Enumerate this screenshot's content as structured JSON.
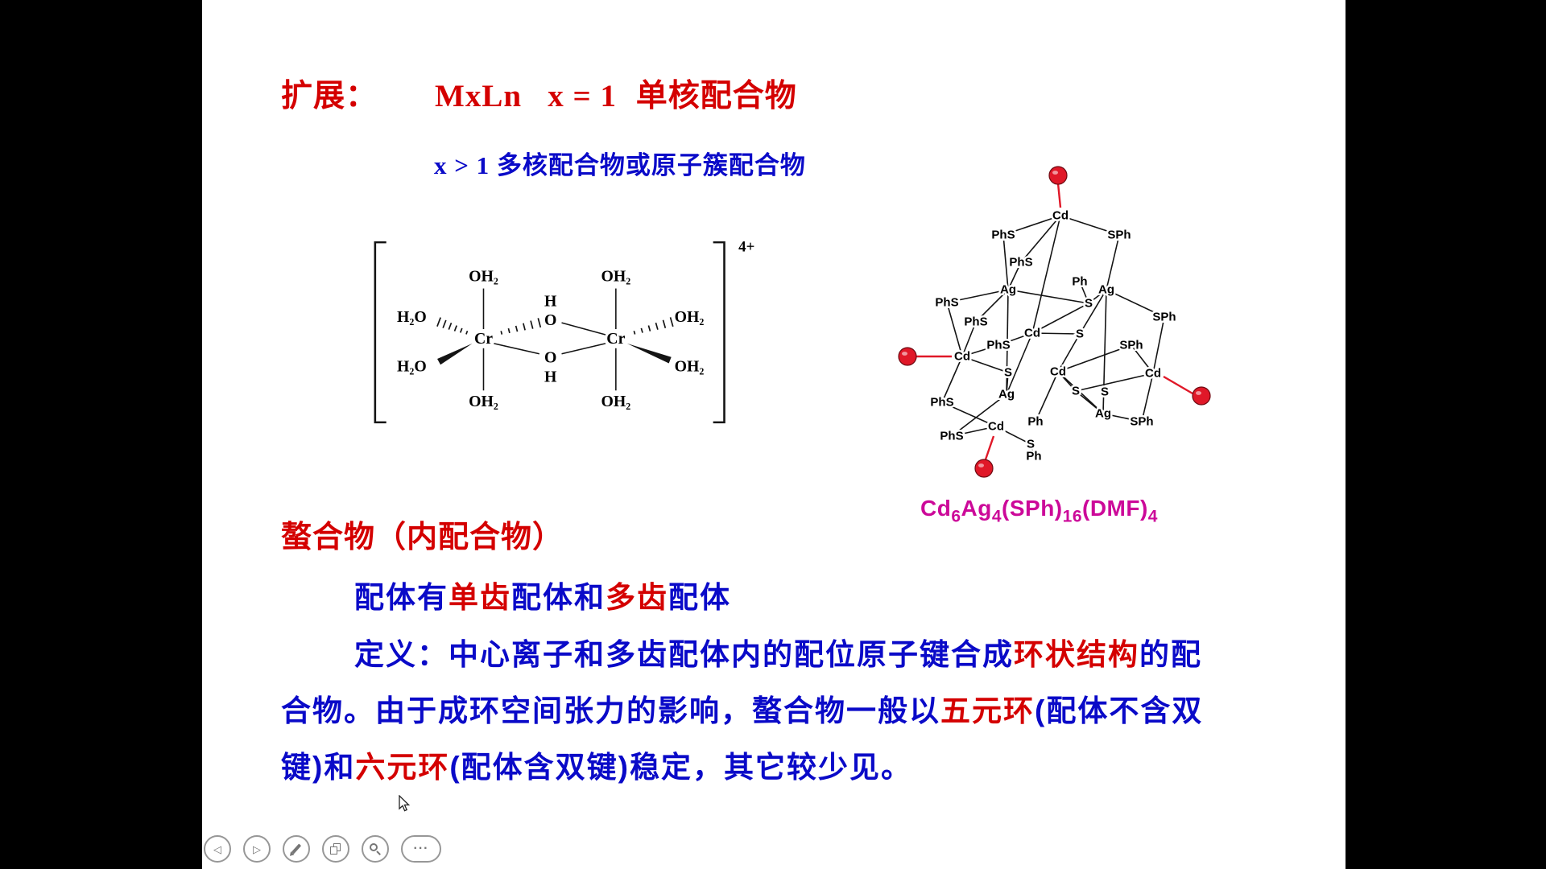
{
  "colors": {
    "red": "#d40000",
    "blue": "#0a0ac8",
    "magenta": "#cc0999",
    "bond": "#141414",
    "sphere": "#e01828",
    "sphere_edge": "#6e0a12",
    "toolbar_icon": "#767676"
  },
  "title": {
    "segments": [
      {
        "t": "扩展：",
        "c": "red"
      },
      {
        "t": "      ",
        "c": "red"
      },
      {
        "t": "MxLn   x = 1",
        "c": "red",
        "f": "serif"
      },
      {
        "t": "  单核配合物",
        "c": "red"
      }
    ]
  },
  "subtitle": {
    "segments": [
      {
        "t": "x > 1 ",
        "c": "blue",
        "f": "serif"
      },
      {
        "t": "多核配合物或原子簇配合物",
        "c": "blue"
      }
    ]
  },
  "chelate_heading": {
    "segments": [
      {
        "t": "螯合物（内配合物）",
        "c": "red"
      }
    ]
  },
  "body_lines": {
    "line1": {
      "segments": [
        {
          "t": "配体有",
          "c": "blue"
        },
        {
          "t": "单齿",
          "c": "red"
        },
        {
          "t": "配体和",
          "c": "blue"
        },
        {
          "t": "多齿",
          "c": "red"
        },
        {
          "t": "配体",
          "c": "blue"
        }
      ]
    },
    "line2": {
      "segments": [
        {
          "t": "定义：中心离子和多齿配体内的配位原子键合成",
          "c": "blue"
        },
        {
          "t": "环状结构",
          "c": "red"
        },
        {
          "t": "的配",
          "c": "blue"
        }
      ]
    },
    "line3": {
      "segments": [
        {
          "t": "合物。由于成环空间张力的影响，螯合物一般以",
          "c": "blue"
        },
        {
          "t": "五元环",
          "c": "red"
        },
        {
          "t": "(配体不含双",
          "c": "blue"
        }
      ]
    },
    "line4": {
      "segments": [
        {
          "t": "键)和",
          "c": "blue"
        },
        {
          "t": "六元环",
          "c": "red"
        },
        {
          "t": "(配体含双键)稳定，其它较少见。",
          "c": "blue"
        }
      ]
    }
  },
  "cluster_caption": {
    "segments": [
      {
        "t": "Cd",
        "c": "magenta"
      },
      {
        "t": "6",
        "c": "magenta",
        "sub": true
      },
      {
        "t": "Ag",
        "c": "magenta"
      },
      {
        "t": "4",
        "c": "magenta",
        "sub": true
      },
      {
        "t": "(SPh)",
        "c": "magenta"
      },
      {
        "t": "16",
        "c": "magenta",
        "sub": true
      },
      {
        "t": "(DMF)",
        "c": "magenta"
      },
      {
        "t": "4",
        "c": "magenta",
        "sub": true
      }
    ]
  },
  "diagrams": {
    "cr": {
      "font_size": 20,
      "nodes": [
        [
          62,
          106,
          "H₂O"
        ],
        [
          62,
          168,
          "H₂O"
        ],
        [
          152,
          133,
          "Cr"
        ],
        [
          152,
          55,
          "OH₂"
        ],
        [
          152,
          212,
          "OH₂"
        ],
        [
          236,
          86,
          "H"
        ],
        [
          236,
          110,
          "O"
        ],
        [
          236,
          157,
          "O"
        ],
        [
          236,
          181,
          "H"
        ],
        [
          318,
          133,
          "Cr"
        ],
        [
          318,
          55,
          "OH₂"
        ],
        [
          318,
          212,
          "OH₂"
        ],
        [
          410,
          106,
          "OH₂"
        ],
        [
          410,
          168,
          "OH₂"
        ],
        [
          482,
          18,
          "4+",
          19
        ]
      ],
      "edges": [
        [
          152,
          121,
          152,
          70,
          "p"
        ],
        [
          152,
          145,
          152,
          198,
          "p"
        ],
        [
          138,
          128,
          96,
          112,
          "h"
        ],
        [
          138,
          139,
          96,
          162,
          "w"
        ],
        [
          165,
          128,
          222,
          113,
          "h"
        ],
        [
          250,
          113,
          305,
          128,
          "p"
        ],
        [
          165,
          139,
          222,
          152,
          "p"
        ],
        [
          250,
          152,
          305,
          139,
          "p"
        ],
        [
          318,
          121,
          318,
          70,
          "p"
        ],
        [
          318,
          145,
          318,
          198,
          "p"
        ],
        [
          332,
          128,
          388,
          112,
          "h"
        ],
        [
          332,
          139,
          386,
          160,
          "w"
        ]
      ]
    },
    "cluster": {
      "font_size": 15,
      "nodes": [
        [
          217,
          68,
          "Cd"
        ],
        [
          146,
          92,
          "PhS"
        ],
        [
          290,
          92,
          "SPh"
        ],
        [
          168,
          126,
          "PhS"
        ],
        [
          152,
          160,
          "Ag"
        ],
        [
          274,
          160,
          "Ag"
        ],
        [
          241,
          150,
          "Ph"
        ],
        [
          252,
          177,
          "S"
        ],
        [
          76,
          176,
          "PhS"
        ],
        [
          346,
          194,
          "SPh"
        ],
        [
          112,
          200,
          "PhS"
        ],
        [
          182,
          214,
          "Cd"
        ],
        [
          241,
          215,
          "S"
        ],
        [
          305,
          229,
          "SPh"
        ],
        [
          140,
          229,
          "PhS"
        ],
        [
          95,
          243,
          "Cd"
        ],
        [
          214,
          262,
          "Cd"
        ],
        [
          152,
          263,
          "S"
        ],
        [
          332,
          264,
          "Cd"
        ],
        [
          150,
          290,
          "Ag"
        ],
        [
          236,
          286,
          "S"
        ],
        [
          70,
          300,
          "PhS"
        ],
        [
          270,
          314,
          "Ag"
        ],
        [
          186,
          324,
          "Ph"
        ],
        [
          318,
          324,
          "SPh"
        ],
        [
          82,
          342,
          "PhS"
        ],
        [
          137,
          330,
          "Cd"
        ],
        [
          180,
          352,
          "S"
        ],
        [
          184,
          367,
          "Ph"
        ],
        [
          272,
          287,
          "S"
        ]
      ],
      "edges": [
        [
          214,
          28,
          217,
          58,
          "r"
        ],
        [
          38,
          243,
          82,
          243,
          "r"
        ],
        [
          381,
          289,
          345,
          268,
          "r"
        ],
        [
          124,
          371,
          134,
          342,
          "r"
        ],
        [
          217,
          68,
          146,
          92,
          "p"
        ],
        [
          217,
          68,
          290,
          92,
          "p"
        ],
        [
          146,
          92,
          152,
          160,
          "p"
        ],
        [
          290,
          92,
          274,
          160,
          "p"
        ],
        [
          217,
          68,
          168,
          126,
          "p"
        ],
        [
          168,
          126,
          152,
          160,
          "p"
        ],
        [
          152,
          160,
          76,
          176,
          "p"
        ],
        [
          76,
          176,
          95,
          243,
          "p"
        ],
        [
          152,
          160,
          112,
          200,
          "p"
        ],
        [
          112,
          200,
          95,
          243,
          "p"
        ],
        [
          152,
          160,
          252,
          177,
          "p"
        ],
        [
          252,
          177,
          241,
          150,
          "p"
        ],
        [
          252,
          177,
          182,
          214,
          "p"
        ],
        [
          274,
          160,
          252,
          177,
          "p"
        ],
        [
          274,
          160,
          346,
          194,
          "p"
        ],
        [
          346,
          194,
          332,
          264,
          "p"
        ],
        [
          182,
          214,
          241,
          215,
          "p"
        ],
        [
          241,
          215,
          274,
          160,
          "p"
        ],
        [
          241,
          215,
          214,
          262,
          "p"
        ],
        [
          182,
          214,
          140,
          229,
          "p"
        ],
        [
          140,
          229,
          95,
          243,
          "p"
        ],
        [
          95,
          243,
          152,
          263,
          "p"
        ],
        [
          152,
          263,
          150,
          290,
          "p"
        ],
        [
          214,
          262,
          236,
          286,
          "p"
        ],
        [
          236,
          286,
          332,
          264,
          "p"
        ],
        [
          236,
          286,
          270,
          314,
          "p"
        ],
        [
          214,
          262,
          186,
          324,
          "p"
        ],
        [
          180,
          352,
          184,
          367,
          "p"
        ],
        [
          180,
          352,
          137,
          330,
          "p"
        ],
        [
          150,
          290,
          82,
          342,
          "p"
        ],
        [
          82,
          342,
          137,
          330,
          "p"
        ],
        [
          95,
          243,
          70,
          300,
          "p"
        ],
        [
          70,
          300,
          137,
          330,
          "p"
        ],
        [
          270,
          314,
          318,
          324,
          "p"
        ],
        [
          318,
          324,
          332,
          264,
          "p"
        ],
        [
          214,
          262,
          270,
          314,
          "p"
        ],
        [
          182,
          214,
          150,
          290,
          "p"
        ],
        [
          305,
          229,
          332,
          264,
          "p"
        ],
        [
          305,
          229,
          214,
          262,
          "p"
        ],
        [
          217,
          68,
          182,
          214,
          "p"
        ],
        [
          274,
          160,
          270,
          314,
          "p"
        ],
        [
          152,
          160,
          150,
          290,
          "p"
        ]
      ],
      "spheres": [
        [
          214,
          18,
          11
        ],
        [
          27,
          243,
          11
        ],
        [
          392,
          292,
          11
        ],
        [
          122,
          382,
          11
        ]
      ]
    }
  },
  "toolbar": {
    "icons": {
      "prev": "◁",
      "next": "▷",
      "more": "···"
    },
    "buttons": [
      "previous-page",
      "next-page",
      "annotate-pen",
      "pages",
      "zoom",
      "more-options"
    ]
  }
}
